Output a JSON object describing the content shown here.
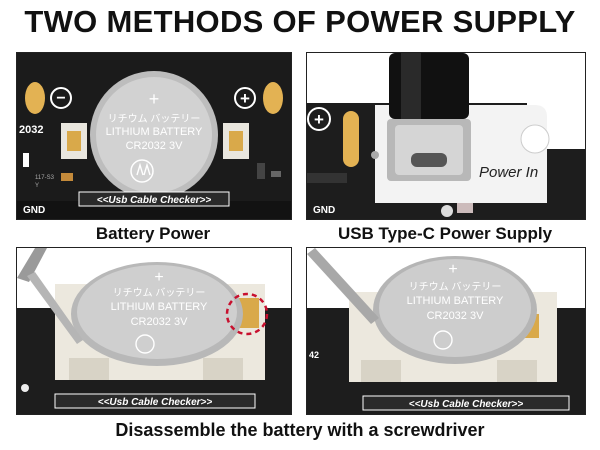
{
  "title": "TWO METHODS OF POWER SUPPLY",
  "panels": {
    "battery": {
      "caption": "Battery Power",
      "battery_symbol": "+",
      "battery_jp": "リチウム バッテリー",
      "battery_brand": "LITHIUM BATTERY",
      "battery_model": "CR2032 3V",
      "board_label_2032": "2032",
      "board_label_gnd": "GND",
      "board_label_checker": "<<Usb Cable Checker>>",
      "minus_sign": "−",
      "plus_sign": "+",
      "small_text_1": "117-S3",
      "small_text_2": "Y"
    },
    "usb": {
      "caption": "USB Type-C Power Supply",
      "power_label": "Power In",
      "board_label_gnd": "GND",
      "plus_sign": "+"
    },
    "disassemble_left": {
      "battery_symbol": "+",
      "battery_jp": "リチウム バッテリー",
      "battery_brand": "LITHIUM BATTERY",
      "battery_model": "CR2032 3V",
      "board_label_checker": "<<Usb Cable Checker>>"
    },
    "disassemble_right": {
      "battery_symbol": "+",
      "battery_jp": "リチウム バッテリー",
      "battery_brand": "LITHIUM BATTERY",
      "battery_model": "CR2032 3V",
      "board_label_checker": "<<Usb Cable Checker>>",
      "board_label_42": "42"
    }
  },
  "bottom_caption": "Disassemble the battery with a screwdriver",
  "colors": {
    "board": "#1b1b1b",
    "gold_pad": "#d9a94a",
    "battery_silver": "#c9c9c9",
    "holder_white": "#ede9df",
    "highlight_circle": "#c8102e"
  }
}
